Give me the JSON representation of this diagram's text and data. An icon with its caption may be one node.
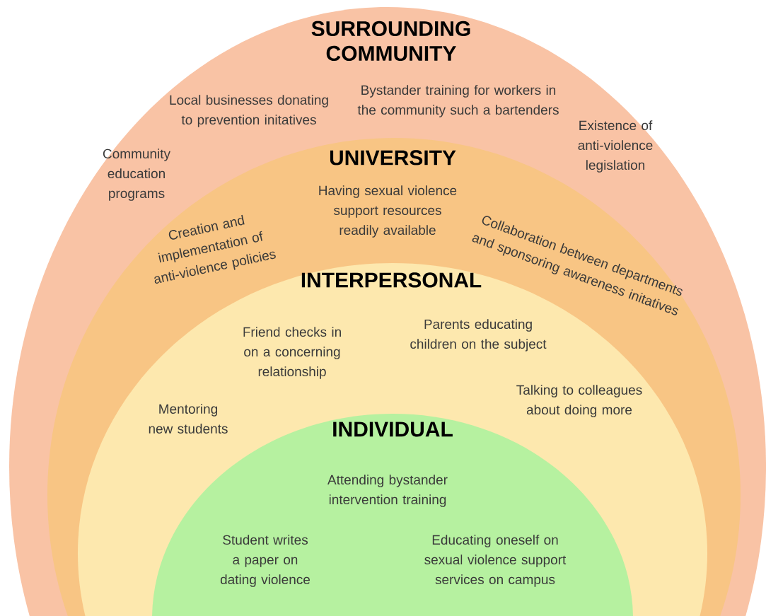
{
  "diagram": {
    "nodes": [
      {
        "text": [
          "SURROUNDING COMMUNITY",
          "Local businesses donating to prevention initatives",
          "Bystander training for workers in the community such a bartenders",
          "Community education programs",
          "Existence of anti-violence legislation"
        ]
      },
      {
        "text": [
          "UNIVERSITY",
          "Having sexual violence support resources readily available",
          "Creation and implementation of anti-violence policies",
          "Collaboration between departments and sponsoring awareness initatives"
        ],
        "in": 0
      },
      {
        "text": [
          "INTERPERSONAL",
          "Friend checks in on a concerning relationship",
          "Parents educating children on the subject",
          "Mentoring new students",
          "Talking to colleagues about doing more"
        ],
        "in": 1
      },
      {
        "text": [
          "INDIVIDUAL",
          "Attending bystander intervention training",
          "Student writes a paper on dating violence",
          "Educating oneself on sexual violence support services on campus"
        ],
        "in": 2
      }
    ]
  }
}
